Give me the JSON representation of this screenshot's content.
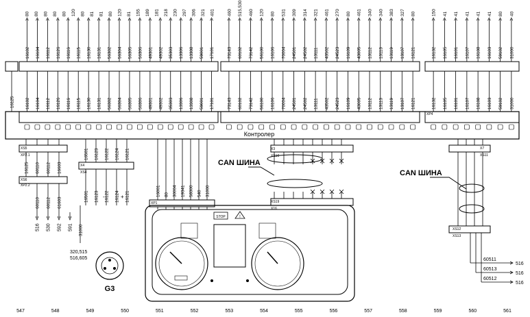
{
  "controller_label": "Контролер",
  "can_bus_label": "CAN ШИНА",
  "generator_label": "G3",
  "top_groups": [
    {
      "id": "left",
      "top_values": [
        "80",
        "80",
        "80",
        "80",
        "80",
        "120",
        "80",
        "81",
        "81",
        "80",
        "120",
        "81",
        "155",
        "189",
        "181",
        "218",
        "230",
        "297",
        "306",
        "321",
        "401"
      ],
      "wires": [
        "16102",
        "16104",
        "16112",
        "16126",
        "16116",
        "16115",
        "16130",
        "16131",
        "56302",
        "56304",
        "56305",
        "56306",
        "49301",
        "49302",
        "35303",
        "13306",
        "13308",
        "59001",
        "17101"
      ]
    },
    {
      "id": "mid",
      "top_values": [
        "460",
        "515,530",
        "460",
        "120",
        "80",
        "531",
        "309",
        "314",
        "321",
        "461",
        "270",
        "80",
        "461",
        "340",
        "340",
        "383",
        "327",
        "80"
      ],
      "wires": [
        "73143",
        "60102",
        "73142",
        "56100",
        "16106",
        "70004",
        "24501",
        "24502",
        "13111",
        "43502",
        "24523",
        "16109",
        "43005",
        "13112",
        "13113",
        "13119",
        "13107",
        "16121"
      ]
    },
    {
      "id": "right",
      "top_values": [
        "150",
        "41",
        "41",
        "41",
        "41",
        "41",
        "80",
        "40"
      ],
      "wires": [
        "16132",
        "16105",
        "16101",
        "16107",
        "16108",
        "16103",
        "59102",
        "31000"
      ]
    }
  ],
  "left_connectors": {
    "xs5": [
      "16125",
      "60110",
      "60112",
      "16603"
    ],
    "xs6": [
      "60110",
      "60112",
      "61603"
    ],
    "bottom_values": [
      "516",
      "530",
      "592",
      "591"
    ]
  },
  "left_top_wire": "16125",
  "generator": {
    "wires": [
      "16501",
      "16123",
      "16122",
      "16124",
      "16121"
    ],
    "signs": [
      "-",
      "+"
    ],
    "extra": [
      "31000"
    ],
    "values": [
      "320,515",
      "516,605"
    ]
  },
  "instrument": {
    "wires": [
      "16001",
      "80",
      "30004",
      "19341",
      "58300",
      "540",
      "31000"
    ],
    "stop_label": "STOP"
  },
  "right_bottom": {
    "wires": [
      "60511",
      "60513",
      "60512"
    ],
    "values": [
      "516",
      "516",
      "516"
    ]
  },
  "bottom_scale": [
    "547",
    "548",
    "549",
    "550",
    "551",
    "552",
    "553",
    "554",
    "555",
    "556",
    "557",
    "558",
    "559",
    "560",
    "561"
  ],
  "connector_ids": [
    "XS5",
    "XP2.1",
    "XS6",
    "XP2.2",
    "X4",
    "XS4",
    "XP1",
    "X3",
    "XS10",
    "XS19",
    "X16",
    "XP4",
    "X7",
    "XS11",
    "XS12",
    "XS13"
  ]
}
